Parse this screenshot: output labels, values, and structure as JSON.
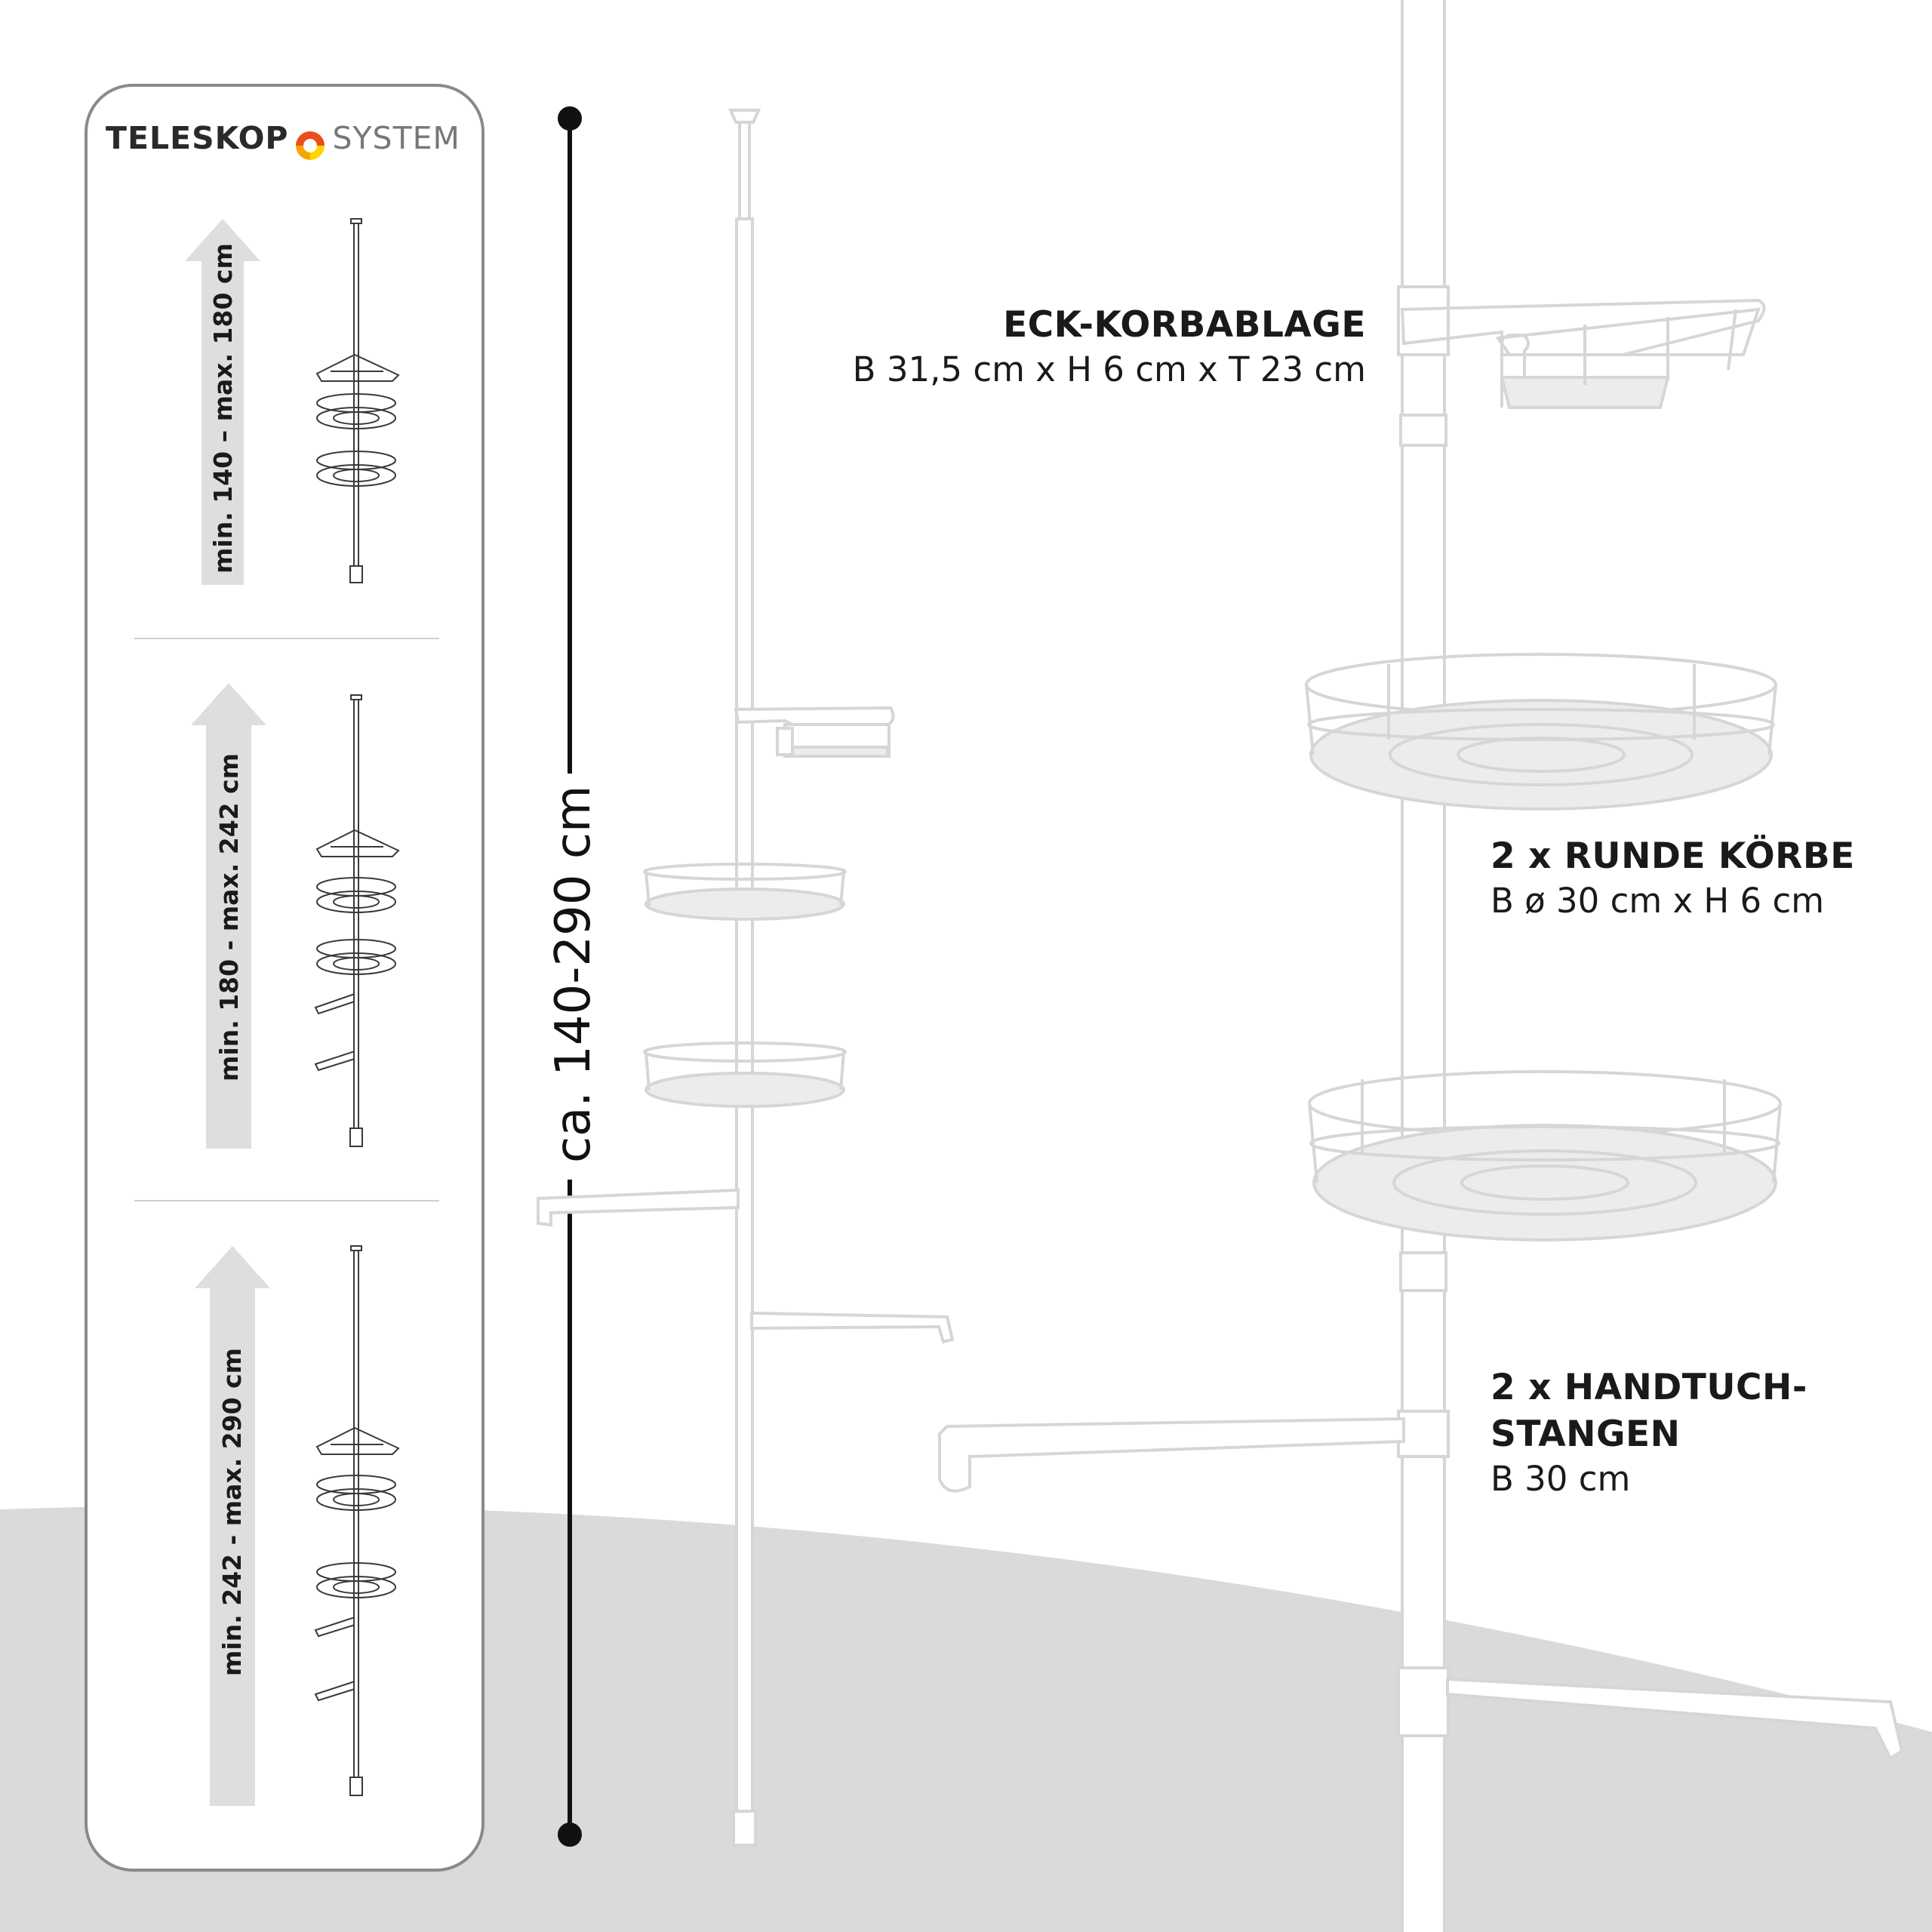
{
  "logo": {
    "word1": "TELESKOP",
    "word2": "SYSTEM",
    "mark_colors": [
      "#e94e1b",
      "#f7a600",
      "#ffd500"
    ]
  },
  "configurations": [
    {
      "label": "min. 140 – max. 180 cm",
      "towel_bars": 0
    },
    {
      "label": "min. 180 - max. 242 cm",
      "towel_bars": 2
    },
    {
      "label": "min. 242 - max. 290 cm",
      "towel_bars": 2
    }
  ],
  "dimension": {
    "label": "ca. 140-290 cm"
  },
  "features": [
    {
      "title": "ECK-KORBABLAGE",
      "sub": "B 31,5 cm x H 6 cm x T 23 cm"
    },
    {
      "title": "2 x RUNDE KÖRBE",
      "sub": "B ø 30 cm x H 6 cm"
    },
    {
      "title": "2 x HANDTUCH-\nSTANGEN",
      "sub": "B 30 cm"
    }
  ],
  "colors": {
    "floor": "#d9dadc",
    "panel_border": "#8a8a8a",
    "arrow": "#dedede",
    "product_stroke": "#d4d6d8",
    "product_fill": "#ffffff"
  }
}
